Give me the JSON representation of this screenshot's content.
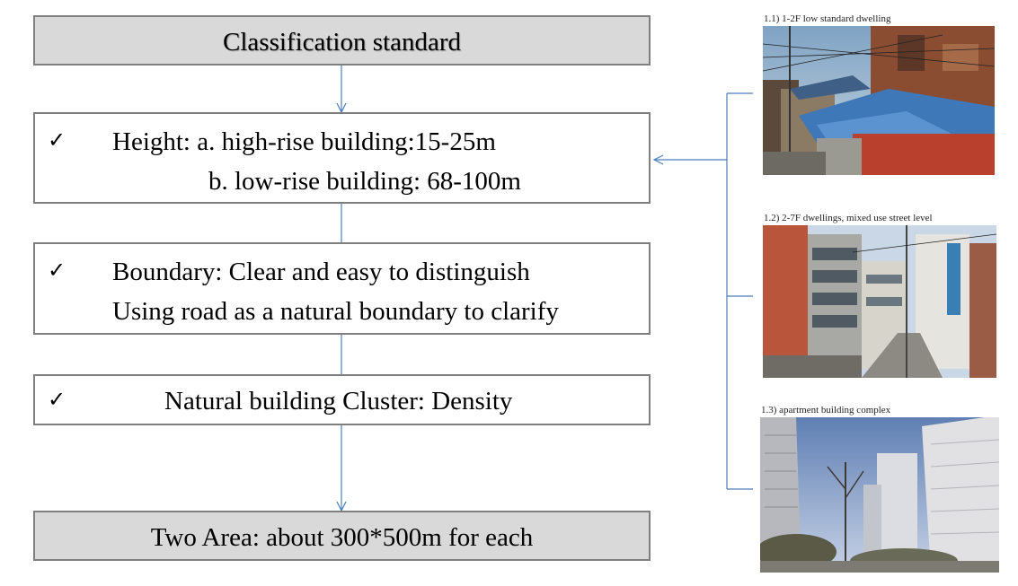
{
  "flowchart": {
    "classification": "Classification standard",
    "height": {
      "check": "✓",
      "line1": "Height: a. high-rise building:15-25m",
      "line2": "b. low-rise building: 68-100m"
    },
    "boundary": {
      "check": "✓",
      "line1": "Boundary: Clear and easy to distinguish",
      "line2": "Using road as a natural boundary to clarify"
    },
    "cluster": {
      "check": "✓",
      "line1": "Natural building Cluster: Density"
    },
    "result": "Two Area: about 300*500m for each"
  },
  "photos": [
    {
      "caption": "1.1) 1-2F low standard dwelling"
    },
    {
      "caption": "1.2) 2-7F dwellings, mixed use street level"
    },
    {
      "caption": "1.3) apartment building complex"
    }
  ],
  "colors": {
    "box_border": "#7f7f7f",
    "box_fill_gray": "#d9d9d9",
    "connector": "#4a7ebb"
  }
}
